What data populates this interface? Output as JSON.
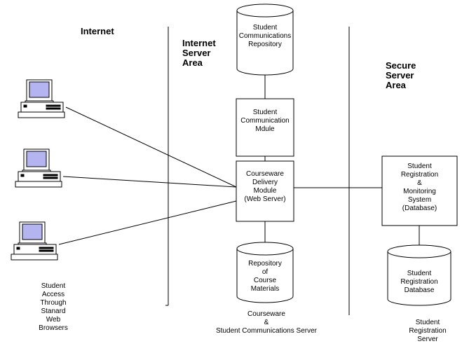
{
  "zones": {
    "internet": "Internet",
    "internet_server": "Internet\nServer\nArea",
    "secure_server": "Secure\nServer\nArea"
  },
  "nodes": {
    "student_comms_repository": "Student\nCommunications\nRepository",
    "student_comm_module": "Student\nCommunication\nMdule",
    "courseware_delivery": "Courseware\nDelivery\nModule\n(Web Server)",
    "course_materials_repository": "Repository\nof\nCourse\nMaterials",
    "registration_system": "Student\nRegistration\n&\nMonitoring\nSystem\n(Database)",
    "registration_database": "Student\nRegistration\nDatabase"
  },
  "captions": {
    "clients": "Student\nAccess\nThrough\nStanard\nWeb\nBrowsers",
    "courseware_server": "Courseware\n&\nStudent Communications Server",
    "registration_server": "Student\nRegistration\nServer"
  },
  "colors": {
    "monitor_screen": "#b4b4f0",
    "line": "#000000"
  },
  "icons": [
    "computer-icon",
    "computer-icon",
    "computer-icon"
  ]
}
